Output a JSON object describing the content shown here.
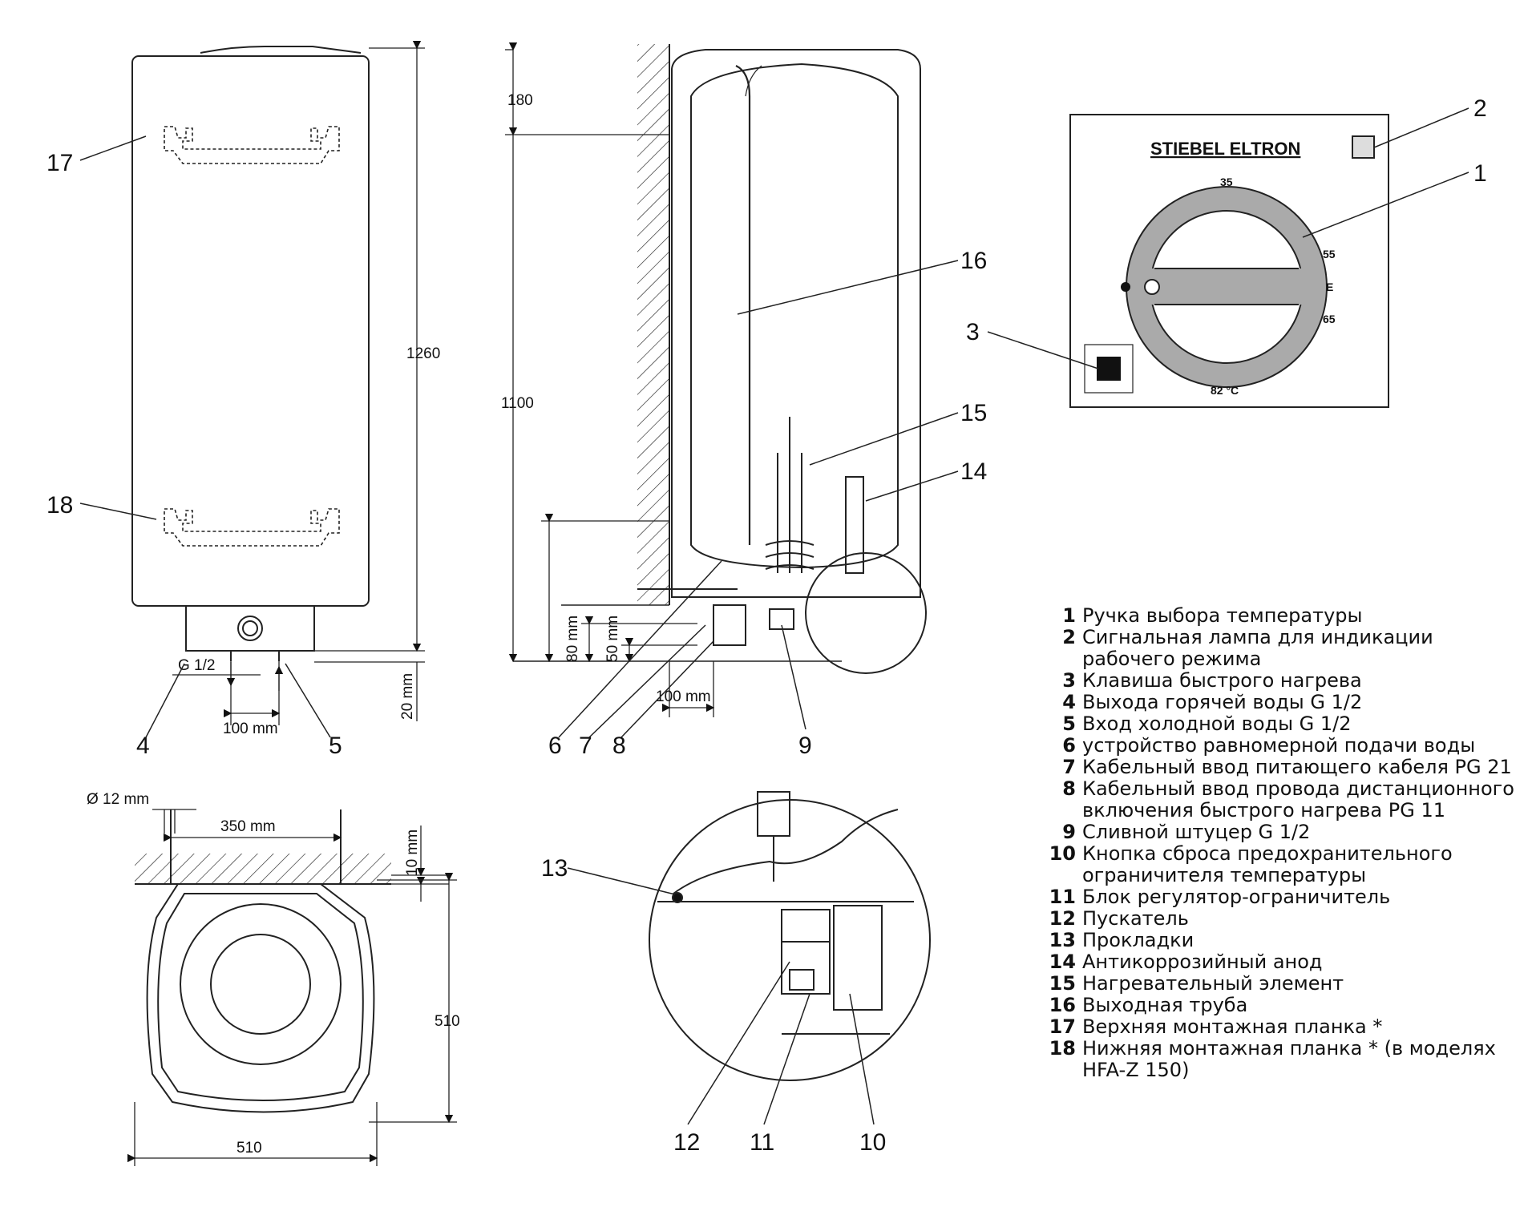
{
  "brand": "STIEBEL ELTRON",
  "dial": {
    "t35": "35",
    "t55": "55",
    "tE": "E",
    "t65": "65",
    "t82": "82 °C"
  },
  "dims": {
    "h1260": "1260",
    "d20": "20 mm",
    "g12": "G 1/2",
    "d100a": "100 mm",
    "d180": "180",
    "d1100": "1100",
    "d80": "80 mm",
    "d50": "50 mm",
    "d100b": "100 mm",
    "dia12": "Ø 12 mm",
    "d350": "350 mm",
    "d10": "10 mm",
    "d510v": "510",
    "d510h": "510"
  },
  "callouts": {
    "c1": "1",
    "c2": "2",
    "c3": "3",
    "c4": "4",
    "c5": "5",
    "c6": "6",
    "c7": "7",
    "c8": "8",
    "c9": "9",
    "c10": "10",
    "c11": "11",
    "c12": "12",
    "c13": "13",
    "c14": "14",
    "c15": "15",
    "c16": "16",
    "c17": "17",
    "c18": "18"
  },
  "legend": [
    {
      "num": "1",
      "text": "Ручка выбора температуры"
    },
    {
      "num": "2",
      "text": "Сигнальная лампа для индикации рабочего режима"
    },
    {
      "num": "3",
      "text": "Клавиша быстрого нагрева"
    },
    {
      "num": "4",
      "text": "Выхода горячей воды G 1/2"
    },
    {
      "num": "5",
      "text": "Вход холодной воды G 1/2"
    },
    {
      "num": "6",
      "text": "устройство равномерной подачи воды"
    },
    {
      "num": "7",
      "text": "Кабельный ввод питающего кабеля PG 21"
    },
    {
      "num": "8",
      "text": "Кабельный ввод провода дистанционного включения быстрого нагрева PG 11"
    },
    {
      "num": "9",
      "text": "Сливной штуцер G 1/2"
    },
    {
      "num": "10",
      "text": "Кнопка сброса предохранительного ограничителя температуры"
    },
    {
      "num": "11",
      "text": "Блок регулятор-ограничитель"
    },
    {
      "num": "12",
      "text": "Пускатель"
    },
    {
      "num": "13",
      "text": "Прокладки"
    },
    {
      "num": "14",
      "text": "Антикоррозийный анод"
    },
    {
      "num": "15",
      "text": "Нагревательный элемент"
    },
    {
      "num": "16",
      "text": "Выходная труба"
    },
    {
      "num": "17",
      "text": "Верхняя монтажная планка *"
    },
    {
      "num": "18",
      "text": "Нижняя монтажная планка * (в моделях HFA-Z 150)"
    }
  ]
}
